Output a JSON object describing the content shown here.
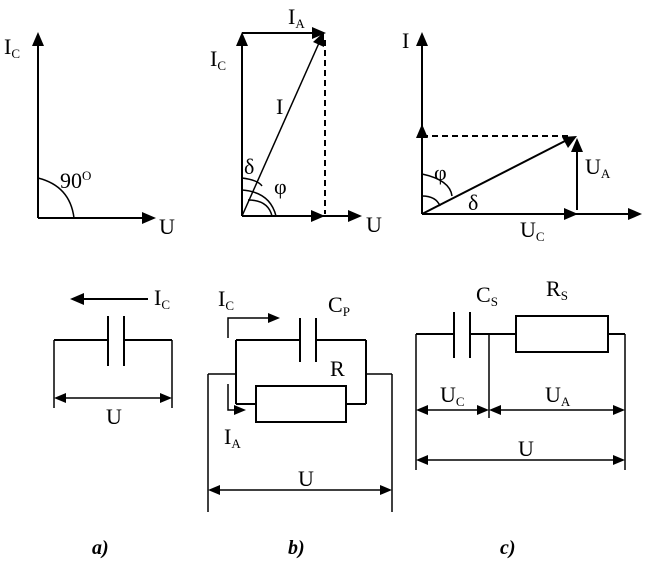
{
  "panels": {
    "a": {
      "caption": "a)",
      "phasor": {
        "y_axis": "I",
        "y_sub": "C",
        "x_axis": "U",
        "angle": "90",
        "angle_unit": "O"
      },
      "circuit": {
        "current": "I",
        "current_sub": "C",
        "voltage": "U"
      }
    },
    "b": {
      "caption": "b)",
      "phasor": {
        "ia": "I",
        "ia_sub": "A",
        "ic": "I",
        "ic_sub": "C",
        "i": "I",
        "delta": "δ",
        "phi": "φ",
        "x_axis": "U"
      },
      "circuit": {
        "ic": "I",
        "ic_sub": "C",
        "cap": "C",
        "cap_sub": "P",
        "res": "R",
        "ia": "I",
        "ia_sub": "A",
        "voltage": "U"
      }
    },
    "c": {
      "caption": "c)",
      "phasor": {
        "y_axis": "I",
        "phi": "φ",
        "delta": "δ",
        "ua": "U",
        "ua_sub": "A",
        "uc": "U",
        "uc_sub": "C"
      },
      "circuit": {
        "cap": "C",
        "cap_sub": "S",
        "res": "R",
        "res_sub": "S",
        "uc": "U",
        "uc_sub": "C",
        "ua": "U",
        "ua_sub": "A",
        "voltage": "U"
      }
    }
  }
}
